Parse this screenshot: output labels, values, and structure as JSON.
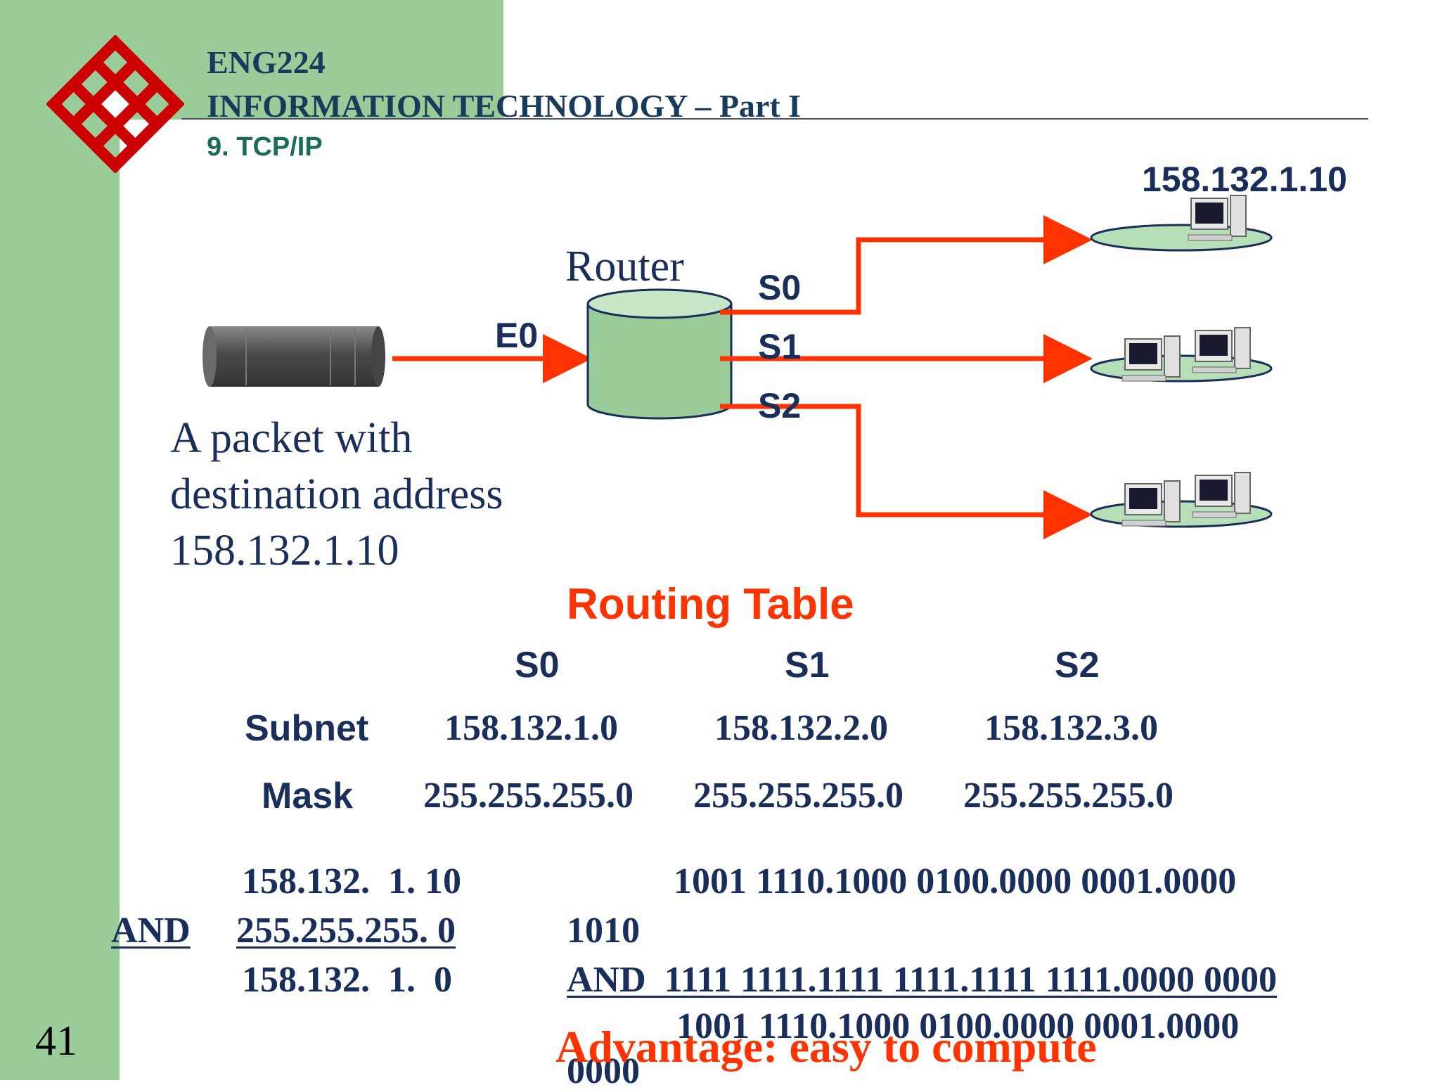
{
  "header": {
    "course_code": "ENG224",
    "course_title": "INFORMATION TECHNOLOGY – Part I",
    "section": "9. TCP/IP"
  },
  "slide_number": "41",
  "diagram": {
    "router_label": "Router",
    "interfaces": {
      "e0": "E0",
      "s0": "S0",
      "s1": "S1",
      "s2": "S2"
    },
    "host_address": "158.132.1.10",
    "packet_caption": [
      "A packet with",
      "destination address",
      "158.132.1.10"
    ]
  },
  "routing_table": {
    "title": "Routing Table",
    "columns": [
      "S0",
      "S1",
      "S2"
    ],
    "rows": [
      {
        "label": "Subnet",
        "values": [
          "158.132.1.0",
          "158.132.2.0",
          "158.132.3.0"
        ]
      },
      {
        "label": "Mask",
        "values": [
          "255.255.255.0",
          "255.255.255.0",
          "255.255.255.0"
        ]
      }
    ]
  },
  "calculation": {
    "decimal": {
      "line1": "158.132.  1. 10",
      "and_label": "AND",
      "line2": "255.255.255. 0",
      "result": "158.132.  1.  0"
    },
    "binary": {
      "line1": "1001 1110.1000 0100.0000 0001.0000",
      "line1_wrap": "1010",
      "line2": "AND  1111 1111.1111 1111.1111 1111.0000 0000",
      "result": "1001 1110.1000 0100.0000 0001.0000",
      "result_wrap": "0000"
    }
  },
  "advantage": "Advantage: easy to compute",
  "colors": {
    "green_bar": "#99cc99",
    "arrow": "#ff3300",
    "navy": "#1a2e5c",
    "router_fill": "#99cc99",
    "logo": "#cc0000"
  }
}
